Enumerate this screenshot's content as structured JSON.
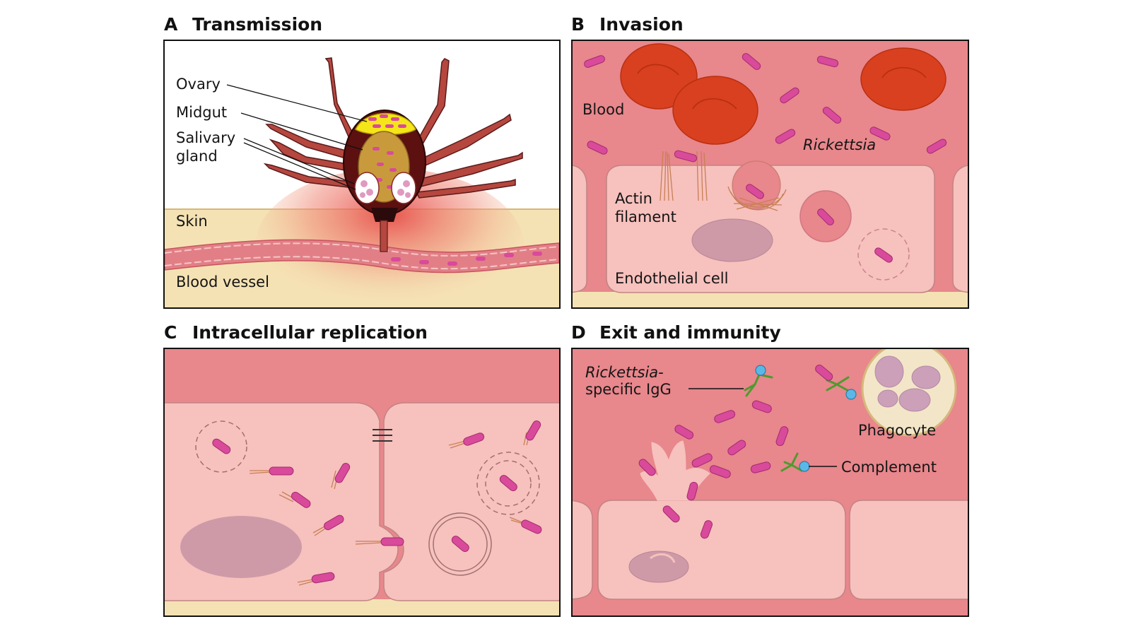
{
  "panels": {
    "a": {
      "letter": "A",
      "title": "Transmission",
      "labels": {
        "ovary": "Ovary",
        "midgut": "Midgut",
        "salivary_1": "Salivary",
        "salivary_2": "gland",
        "skin": "Skin",
        "blood_vessel": "Blood vessel"
      }
    },
    "b": {
      "letter": "B",
      "title": "Invasion",
      "labels": {
        "blood": "Blood",
        "rickettsia": "Rickettsia",
        "actin_1": "Actin",
        "actin_2": "filament",
        "endothelial": "Endothelial cell"
      }
    },
    "c": {
      "letter": "C",
      "title": "Intracellular replication"
    },
    "d": {
      "letter": "D",
      "title": "Exit and immunity",
      "labels": {
        "igg_1": "Rickettsia-",
        "igg_2": "specific IgG",
        "phagocyte": "Phagocyte",
        "complement": "Complement"
      }
    }
  },
  "colors": {
    "blood_plasma": "#e8878c",
    "cell_fill": "#f7c1bd",
    "skin": "#f5e2b4",
    "red_cell": "#d9401f",
    "bacterium": "#d94a9b",
    "tick_body": "#5c1010",
    "tick_leg": "#b5473f",
    "ovary_yellow": "#f5e619",
    "antibody_green": "#4f9a2f",
    "complement_blue": "#5bb8e6"
  }
}
